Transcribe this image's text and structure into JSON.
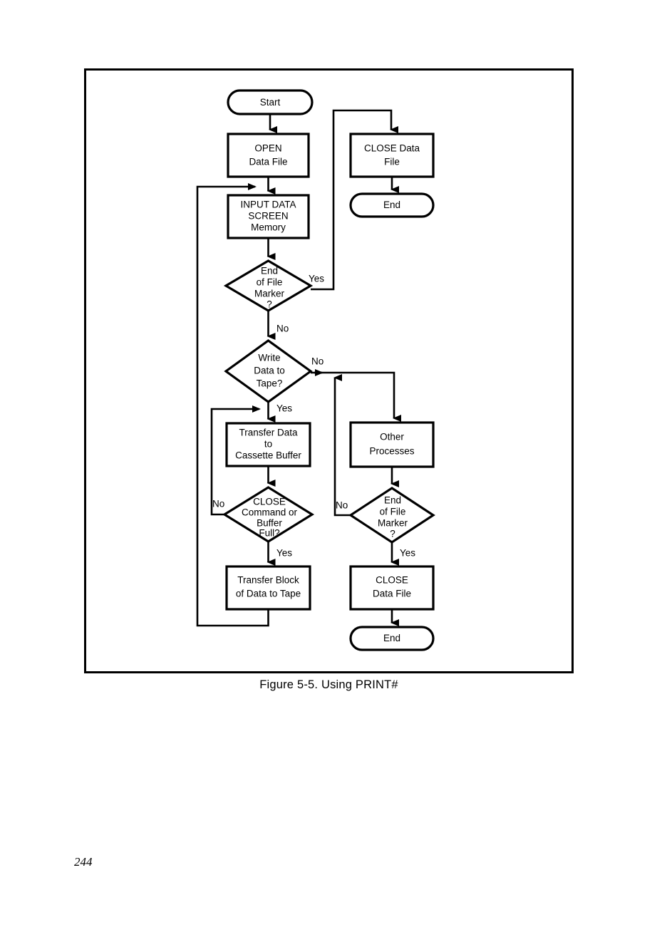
{
  "page": {
    "number": "244",
    "caption": "Figure 5-5. Using PRINT#"
  },
  "diagram": {
    "title": "Using PRINT#",
    "type": "flowchart",
    "nodes": {
      "start": {
        "shape": "terminator",
        "lines": [
          "Start"
        ]
      },
      "open_data_file": {
        "shape": "process",
        "lines": [
          "OPEN",
          "Data File"
        ]
      },
      "input_data": {
        "shape": "process",
        "lines": [
          "INPUT DATA",
          "SCREEN",
          "Memory"
        ]
      },
      "eof_marker_1": {
        "shape": "decision",
        "lines": [
          "End",
          "of File",
          "Marker",
          "?"
        ]
      },
      "write_data_to_tape": {
        "shape": "decision",
        "lines": [
          "Write",
          "Data to",
          "Tape?"
        ]
      },
      "transfer_data": {
        "shape": "process",
        "lines": [
          "Transfer Data",
          "to",
          "Cassette Buffer"
        ]
      },
      "close_or_buffer_full": {
        "shape": "decision",
        "lines": [
          "CLOSE",
          "Command or",
          "Buffer",
          "Full?"
        ]
      },
      "transfer_block": {
        "shape": "process",
        "lines": [
          "Transfer Block",
          "of Data to Tape"
        ]
      },
      "close_data_file_top": {
        "shape": "process",
        "lines": [
          "CLOSE Data",
          "File"
        ]
      },
      "end_top": {
        "shape": "terminator",
        "lines": [
          "End"
        ]
      },
      "other_processes": {
        "shape": "process",
        "lines": [
          "Other",
          "Processes"
        ]
      },
      "eof_marker_2": {
        "shape": "decision",
        "lines": [
          "End",
          "of File",
          "Marker",
          "?"
        ]
      },
      "close_data_file_bottom": {
        "shape": "process",
        "lines": [
          "CLOSE",
          "Data File"
        ]
      },
      "end_bottom": {
        "shape": "terminator",
        "lines": [
          "End"
        ]
      }
    },
    "edge_labels": {
      "eof1_yes": "Yes",
      "eof1_no": "No",
      "write_no": "No",
      "write_yes": "Yes",
      "buffer_no": "No",
      "buffer_yes": "Yes",
      "eof2_no": "No",
      "eof2_yes": "Yes"
    },
    "colors": {
      "stroke": "#000000",
      "fill": "#ffffff",
      "frame": "#000000"
    }
  }
}
